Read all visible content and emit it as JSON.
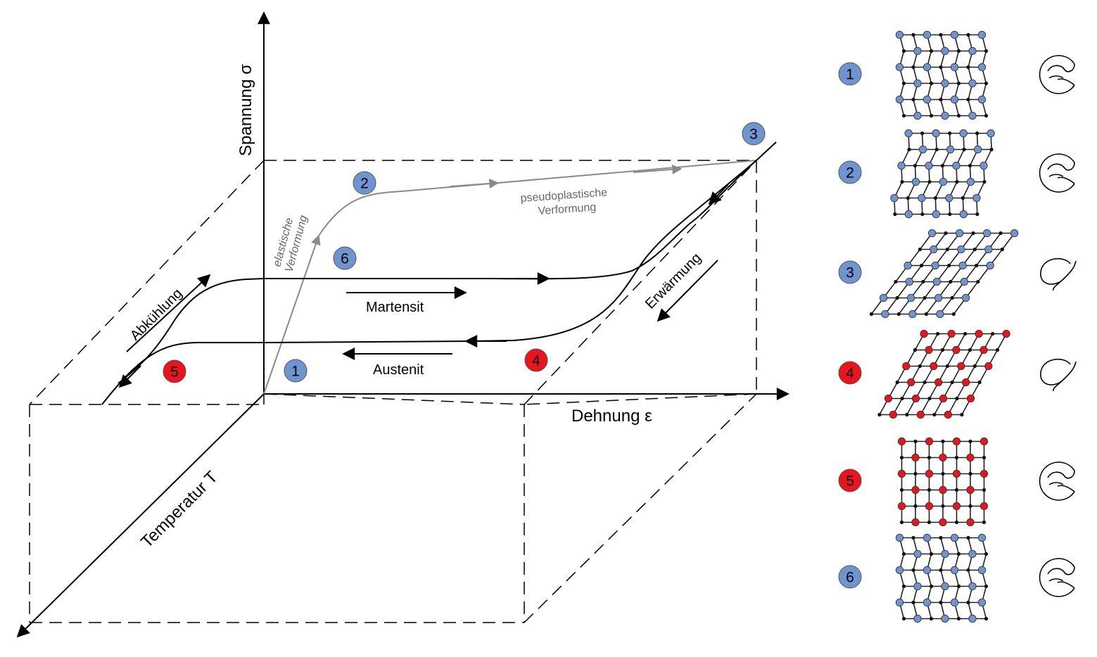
{
  "axes": {
    "stress": "Spannung σ",
    "strain": "Dehnung ε",
    "temperature": "Temperatur T"
  },
  "labels": {
    "elastic_line1": "elastische",
    "elastic_line2": "Verformung",
    "pseudo_line1": "pseudoplastische",
    "pseudo_line2": "Verformung",
    "martensite": "Martensit",
    "austenite": "Austenit",
    "cooling": "Abkühlung",
    "heating": "Erwärmung"
  },
  "markers": [
    {
      "id": "1",
      "phase": "martensite"
    },
    {
      "id": "2",
      "phase": "martensite"
    },
    {
      "id": "3",
      "phase": "martensite"
    },
    {
      "id": "4",
      "phase": "austenite"
    },
    {
      "id": "5",
      "phase": "austenite"
    },
    {
      "id": "6",
      "phase": "martensite"
    }
  ],
  "legend": [
    {
      "id": "1",
      "phase": "martensite",
      "lattice": "twinned",
      "shape": "spring-hook"
    },
    {
      "id": "2",
      "phase": "martensite",
      "lattice": "twinned-sheared",
      "shape": "spring-hook"
    },
    {
      "id": "3",
      "phase": "martensite",
      "lattice": "detwinned",
      "shape": "loop"
    },
    {
      "id": "4",
      "phase": "austenite",
      "lattice": "sheared-cubic",
      "shape": "loop"
    },
    {
      "id": "5",
      "phase": "austenite",
      "lattice": "cubic",
      "shape": "spring-hook"
    },
    {
      "id": "6",
      "phase": "martensite",
      "lattice": "twinned",
      "shape": "spring-hook"
    }
  ],
  "colors": {
    "martensite": "#6f95d1",
    "austenite": "#e8151c",
    "line": "#000000",
    "gray_path": "#8a8a8a"
  }
}
